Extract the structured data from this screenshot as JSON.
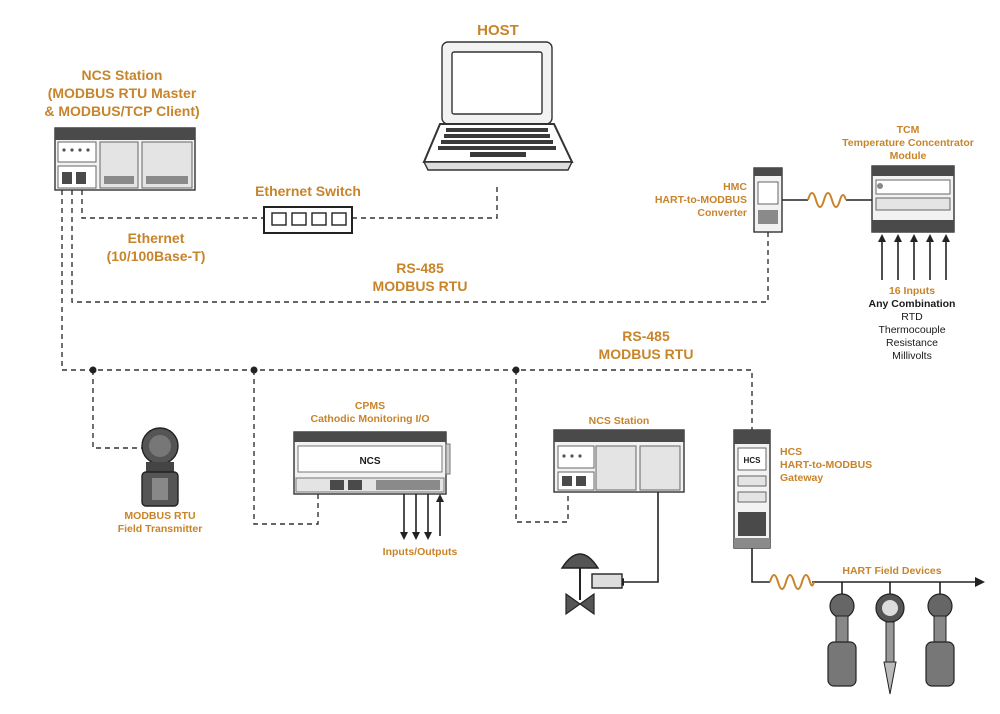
{
  "labels": {
    "host": "HOST",
    "ncs_station_top_line1": "NCS Station",
    "ncs_station_top_line2": "(MODBUS RTU Master",
    "ncs_station_top_line3": "& MODBUS/TCP Client)",
    "ethernet_switch": "Ethernet Switch",
    "ethernet_line1": "Ethernet",
    "ethernet_line2": "(10/100Base-T)",
    "rs485_upper_line1": "RS-485",
    "rs485_upper_line2": "MODBUS RTU",
    "rs485_lower_line1": "RS-485",
    "rs485_lower_line2": "MODBUS RTU",
    "hmc_line1": "HMC",
    "hmc_line2": "HART-to-MODBUS",
    "hmc_line3": "Converter",
    "tcm_line1": "TCM",
    "tcm_line2": "Temperature Concentrator",
    "tcm_line3": "Module",
    "inputs_title": "16 Inputs",
    "inputs_subtitle": "Any Combination",
    "inputs_rtd": "RTD",
    "inputs_thermocouple": "Thermocouple",
    "inputs_resistance": "Resistance",
    "inputs_millivolts": "Millivolts",
    "cpms_line1": "CPMS",
    "cpms_line2": "Cathodic Monitoring I/O",
    "inputs_outputs": "Inputs/Outputs",
    "ncs_station_lower": "NCS Station",
    "hcs_line1": "HCS",
    "hcs_line2": "HART-to-MODBUS",
    "hcs_line3": "Gateway",
    "modbus_rtu_line1": "MODBUS RTU",
    "modbus_rtu_line2": "Field Transmitter",
    "hart_field_devices": "HART Field Devices",
    "cpms_panel_text": "NCS",
    "hcs_panel_text": "HCS"
  },
  "colors": {
    "label_accent": "#c8842a",
    "line": "#333333",
    "device_fill": "#f2f2f2"
  }
}
